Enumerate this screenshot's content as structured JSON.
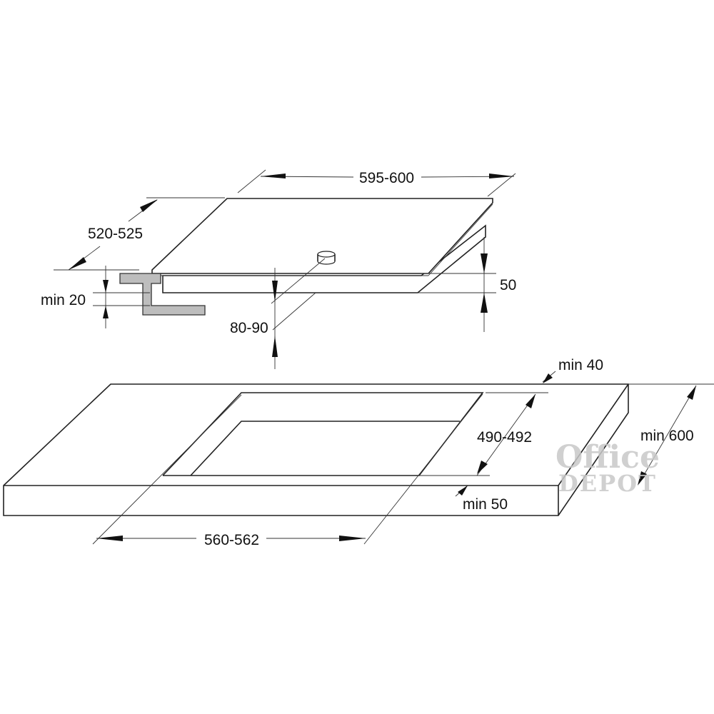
{
  "hob_dimensions": {
    "width": "595-600",
    "depth": "520-525",
    "height": "50",
    "worktop_clearance": "min 20",
    "connection_clearance": "80-90"
  },
  "cutout_dimensions": {
    "back_margin": "min 40",
    "cutout_depth": "490-492",
    "worktop_depth": "min 600",
    "front_margin": "min 50",
    "cutout_width": "560-562"
  },
  "watermark": {
    "line1": "Office",
    "line2": "DEPOT"
  },
  "colors": {
    "line": "#222222",
    "bracket": "#bdbdbd",
    "watermark": "#c8c8c8"
  }
}
